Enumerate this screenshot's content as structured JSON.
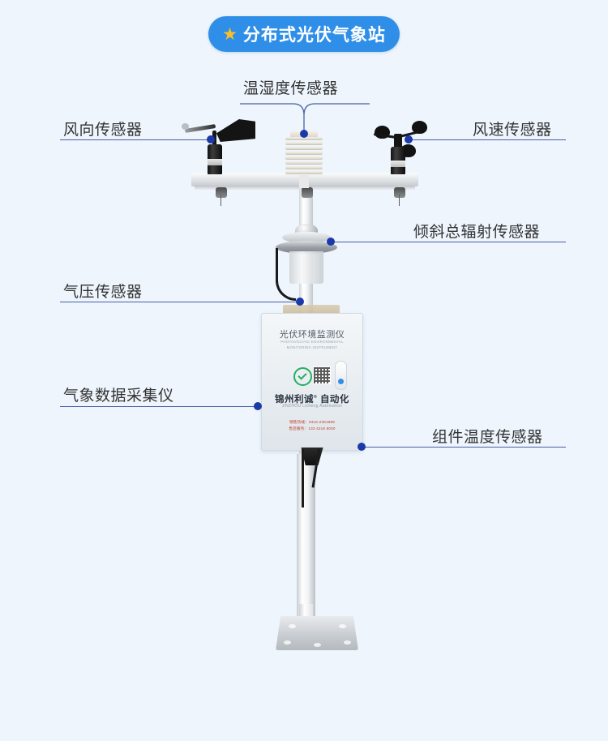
{
  "header": {
    "badge_star_icon": "star-icon",
    "badge_text": "分布式光伏气象站",
    "badge_color": "#2f8fe8",
    "star_color": "#fcbf26"
  },
  "page": {
    "background_color": "#eef5fd",
    "leader_line_color": "#4a5fa5",
    "dot_color": "#1b39a8"
  },
  "callouts": [
    {
      "id": "wind-direction",
      "label": "风向传感器",
      "side": "left"
    },
    {
      "id": "temp-humidity",
      "label": "温湿度传感器",
      "side": "top"
    },
    {
      "id": "wind-speed",
      "label": "风速传感器",
      "side": "right"
    },
    {
      "id": "tilt-total-radiation",
      "label": "倾斜总辐射传感器",
      "side": "right"
    },
    {
      "id": "air-pressure",
      "label": "气压传感器",
      "side": "left"
    },
    {
      "id": "data-logger",
      "label": "气象数据采集仪",
      "side": "left"
    },
    {
      "id": "module-temperature",
      "label": "组件温度传感器",
      "side": "right"
    }
  ],
  "device_panel": {
    "title": "光伏环境监测仪",
    "subtitle_line1": "PHOTOVOLTAIC ENVIRONMENTAL",
    "subtitle_line2": "MONITORING INSTRUMENT",
    "certification_icon": "green-check-icon",
    "qr_code_icon": "qr-code-icon",
    "status_led_icon": "status-led-icon",
    "brand_cn": "锦州利诚",
    "brand_mark": "®",
    "brand_cn_suffix": "自动化",
    "brand_en": "JINZHOU Licheng Automation",
    "contact_line1": "销售热线：0416-2351688",
    "contact_line2": "售后服务：133 4218 8000",
    "contact_color": "#c0392b"
  },
  "illustration": {
    "wind_vane_icon": "wind-vane-icon",
    "radiation_shield_icon": "radiation-shield-icon",
    "anemometer_icon": "anemometer-icon",
    "pyranometer_icon": "pyranometer-icon",
    "crossarm_icon": "crossarm-icon",
    "mast_icon": "mast-icon",
    "base_plate_icon": "base-plate-icon"
  }
}
